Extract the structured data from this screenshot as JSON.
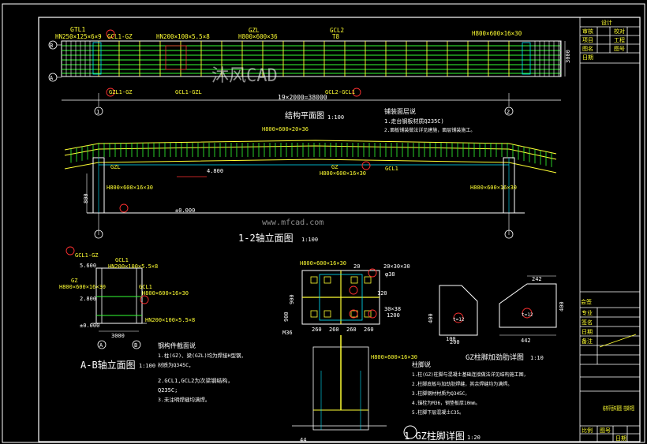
{
  "colors": {
    "bg": "#000000",
    "frame": "#ffffff",
    "cyan": "#00e5ff",
    "yellow": "#ffff33",
    "green": "#33ff33",
    "red": "#ff3030",
    "white": "#ffffff"
  },
  "plan": {
    "labels": [
      "GTL1",
      "HN250×125×6×9",
      "GCL1-GZ",
      "HN200×100×5.5×8",
      "GZL",
      "H800×600×36",
      "GCL2",
      "T8",
      "H800×600×16×30"
    ],
    "right_dim": "3000",
    "bottom_labels": [
      "GZL1-GZ",
      "GCL1-GZL",
      "GCL2-GCL1"
    ],
    "span_dim": "19×2000=38000",
    "axis_A": "A",
    "axis_B": "B",
    "axis_1": "1",
    "axis_2": "2",
    "title": "结构平面图",
    "scale": "1:100"
  },
  "notes_top": {
    "heading": "铺装面层说",
    "lines": [
      "1.走台钢板材质Q235C)",
      "2.面板铺装做法详见建施，面层铺装施工。"
    ]
  },
  "elevation": {
    "labels": [
      "H800×600×20×36",
      "GZ",
      "H800×600×16×30",
      "GZL",
      "GCL1",
      "H800×600×16×30"
    ],
    "levels": [
      "4.800",
      "±0.000"
    ],
    "left_dim": "800",
    "title": "1-2轴立面图",
    "scale": "1:100"
  },
  "watermark": {
    "logo": "沐风CAD",
    "url": "www.mfcad.com"
  },
  "ab_elev": {
    "labels": [
      "GCL1-GZ",
      "GCL1",
      "HN200×100×5.5×8",
      "GZ",
      "H800×600×16×30",
      "GCL1",
      "H800×600×16×30",
      "HN200×100×5.5×8"
    ],
    "levels": [
      "5.600",
      "2.800",
      "±0.000"
    ],
    "dim": "3000",
    "axis_A": "A",
    "axis_B": "B",
    "title": "A-B轴立面图",
    "scale": "1:100"
  },
  "steel_notes": {
    "heading": "钢构件截面说",
    "lines": [
      "1.柱(GZ)、梁(GZL)均为焊接H型钢，",
      "材质为Q345C，",
      "2.GCL1,GCL2为次梁钢结构，",
      "Q235C;",
      "3.未注明焊缝均满焊。"
    ]
  },
  "column_detail": {
    "top_label": "H800×600×16×30",
    "side_dims": [
      "20×30×30",
      "900",
      "120",
      "20",
      "30×38",
      "1200",
      "φ38"
    ],
    "bottom_dims": [
      "260",
      "260",
      "260",
      "260"
    ],
    "bolt": "M36",
    "left_dim": "900",
    "lower_label": "H800×600×16×30",
    "bottom_dim": "44",
    "title": "1 GZ柱脚详图",
    "scale": "1:20"
  },
  "stiffener": {
    "dims_a": [
      "400",
      "100",
      "200"
    ],
    "t_label": "t=12",
    "dims_b": [
      "242",
      "400",
      "442"
    ],
    "t_label_b": "t=12",
    "title": "GZ柱脚加劲肋详图",
    "scale": "1:10"
  },
  "foot_notes": {
    "heading": "柱脚说",
    "lines": [
      "1.柱(GZ)柱脚与混凝土基础连接做法详见结构施工图，",
      "2.柱脚底板与加劲肋焊缝，其余焊缝均为满焊。",
      "3.柱脚钢材材质为Q345C，",
      "4.锚栓为M36，钢垫板厚10mm。",
      "5.柱脚下层混凝土C35。"
    ]
  },
  "title_block": {
    "top_cells": [
      "设计",
      "审核",
      "校对",
      "项目",
      "工程",
      "图名",
      "图号",
      "日期"
    ],
    "side_labels": [
      "会签",
      "专业",
      "签名",
      "日期",
      "备注"
    ],
    "drawing_name": "结构平面布置图 柱脚详图",
    "bottom": [
      "比例",
      "图号",
      "日期"
    ]
  }
}
